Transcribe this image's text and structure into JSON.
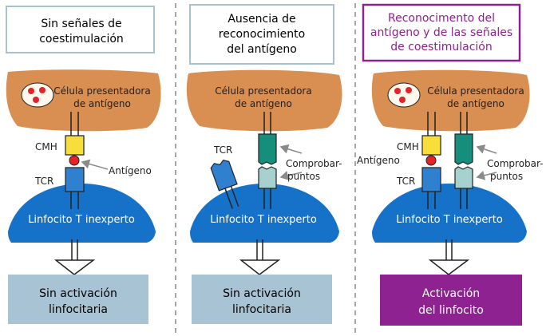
{
  "panels": [
    {
      "title": [
        "Sin señales de",
        "coestimulación"
      ],
      "cell_label": [
        "Célula presentadora",
        "de antígeno"
      ],
      "cmh_label": "CMH",
      "tcr_label": "TCR",
      "antigen_label": "Antígeno",
      "lymph_label": "Linfocito T inexperto",
      "result": [
        "Sin activación",
        "linfocitaria"
      ]
    },
    {
      "title": [
        "Ausencia de",
        "reconocimiento",
        "del antígeno"
      ],
      "cell_label": [
        "Célula presentadora",
        "de antígeno"
      ],
      "tcr_label": "TCR",
      "checkpoint_label": [
        "Comprobar-",
        "puntos"
      ],
      "lymph_label": "Linfocito T inexperto",
      "result": [
        "Sin activación",
        "linfocitaria"
      ]
    },
    {
      "title": [
        "Reconocimento del",
        "antígeno y de las señales",
        "de coestimulación"
      ],
      "cell_label": [
        "Célula presentadora",
        "de antígeno"
      ],
      "cmh_label": "CMH",
      "tcr_label": "TCR",
      "antigen_label": "Antígeno",
      "checkpoint_label": [
        "Comprobar-",
        "puntos"
      ],
      "lymph_label": "Linfocito T inexperto",
      "result": [
        "Activación",
        "del linfocito"
      ]
    }
  ],
  "colors": {
    "cell_orange": "#d98e52",
    "lymphocyte_blue": "#1572c8",
    "mhc_yellow": "#f7de3a",
    "tcr_blue": "#2f80cf",
    "checkpoint_teal": "#158f7c",
    "checkpoint_light": "#a7d1cf",
    "antigen_red": "#e3222a",
    "result_gray": "#a8c3d3",
    "result_purple": "#8e2290",
    "title_purple": "#8e2290",
    "frame_gray": "#a9c1cd"
  }
}
